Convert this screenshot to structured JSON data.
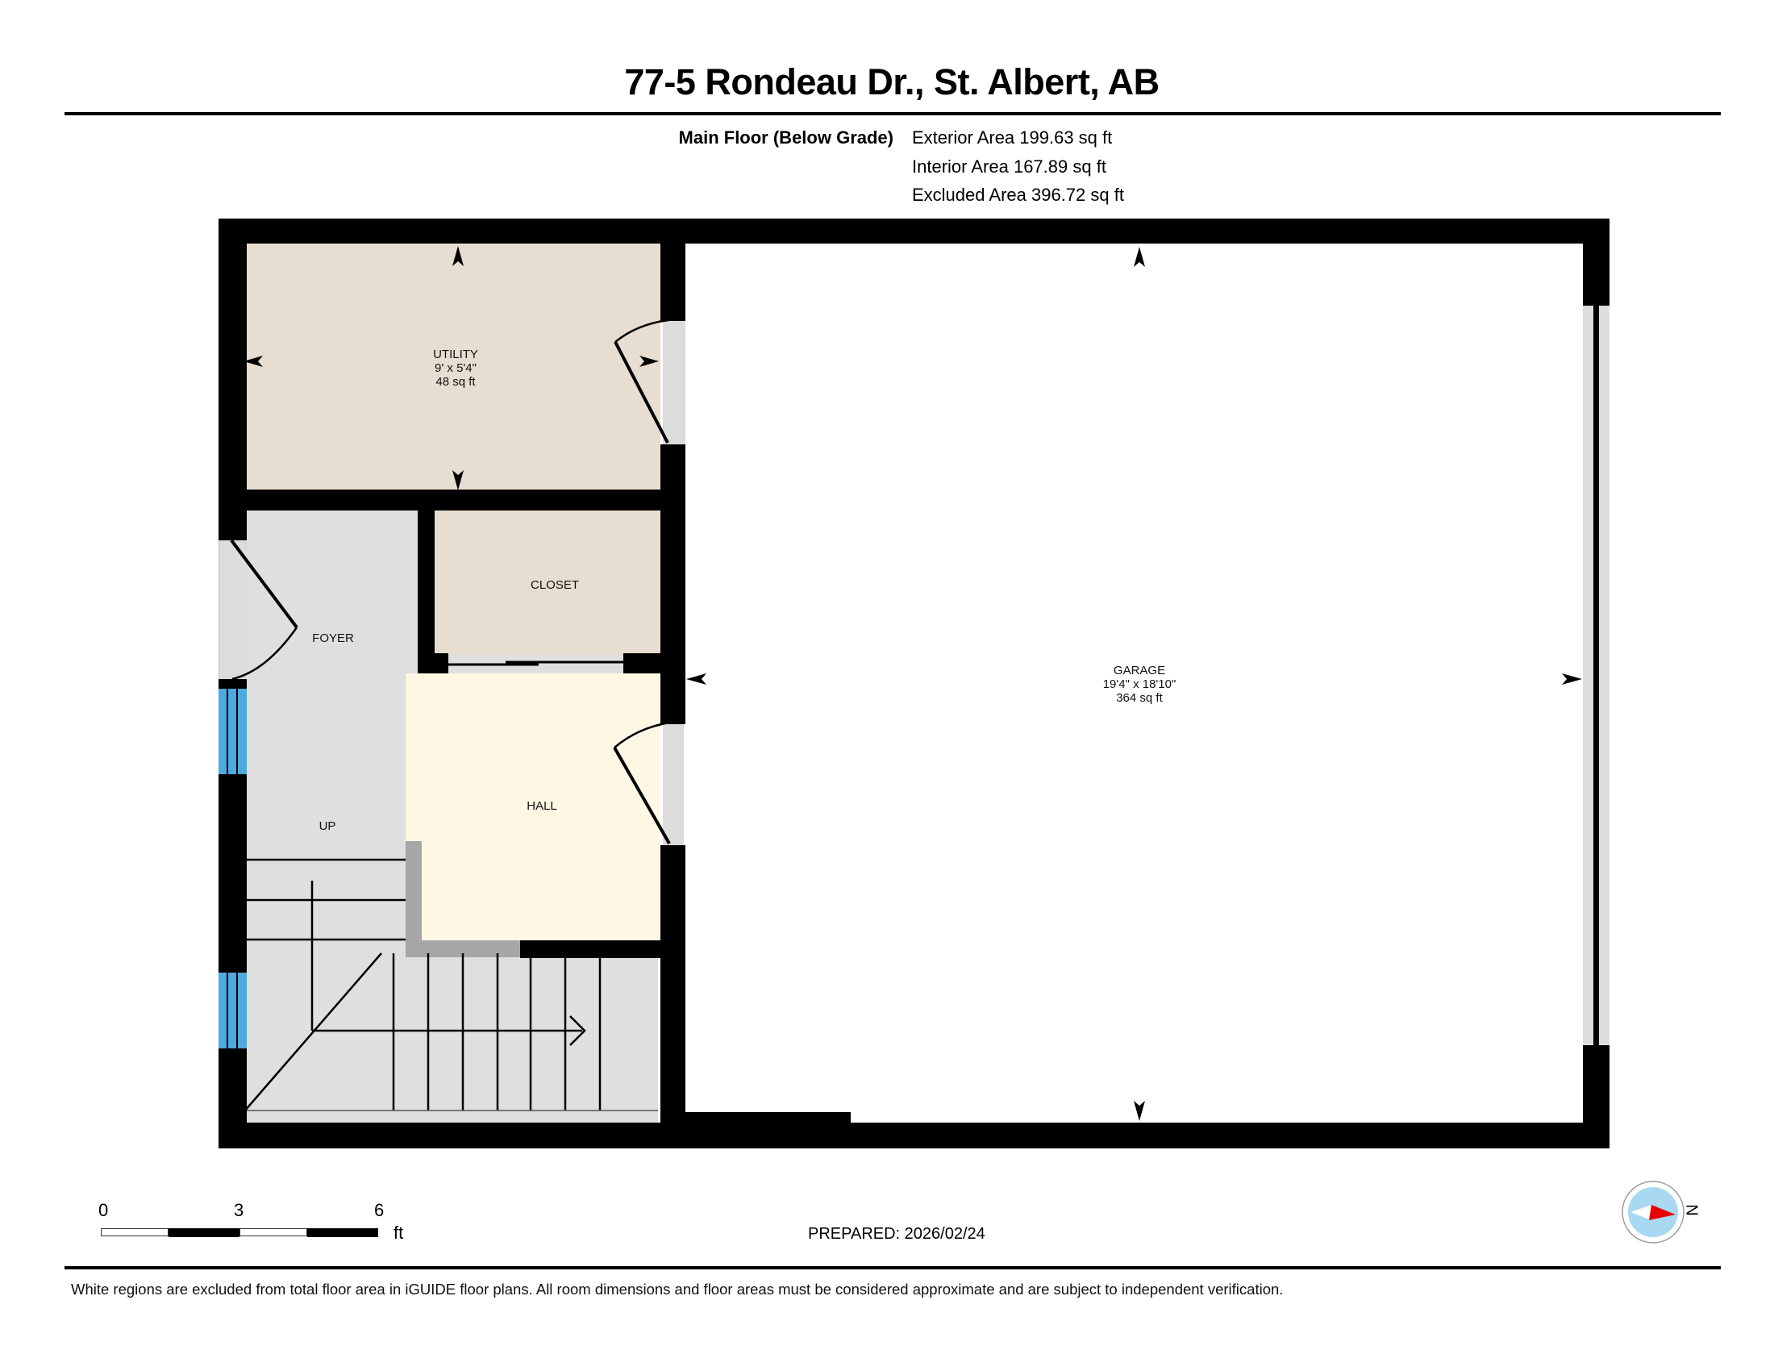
{
  "header": {
    "title": "77-5 Rondeau Dr., St. Albert, AB"
  },
  "floor_summary": {
    "floor_name": "Main Floor (Below Grade)",
    "exterior_area": "Exterior Area 199.63 sq ft",
    "interior_area": "Interior Area 167.89 sq ft",
    "excluded_area": "Excluded Area 396.72 sq ft"
  },
  "rooms": {
    "utility": {
      "name": "UTILITY",
      "dimensions": "9' x 5'4\"",
      "area": "48 sq ft",
      "color": "#e7ddd0"
    },
    "closet": {
      "name": "CLOSET",
      "color": "#e7ddd0"
    },
    "foyer": {
      "name": "FOYER",
      "color": "#dfdfdf"
    },
    "stairs": {
      "name": "UP",
      "color": "#dfdfdf"
    },
    "hall": {
      "name": "HALL",
      "color": "#fdf7e3"
    },
    "garage": {
      "name": "GARAGE",
      "dimensions": "19'4\" x 18'10\"",
      "area": "364 sq ft",
      "color": "#ffffff"
    }
  },
  "colors": {
    "wall": "#000000",
    "window": "#4fa9de",
    "door_opening": "#dcdcdc",
    "compass_ring": "#a8d8f2",
    "compass_needle": "#e60000"
  },
  "scale_bar": {
    "ticks": [
      "0",
      "3",
      "6"
    ],
    "unit": "ft"
  },
  "prepared": "PREPARED: 2026/02/24",
  "compass": {
    "label": "N"
  },
  "footer": {
    "disclaimer": "White regions are excluded from total floor area in iGUIDE floor plans. All room dimensions and floor areas must be considered approximate and are subject to independent verification."
  }
}
